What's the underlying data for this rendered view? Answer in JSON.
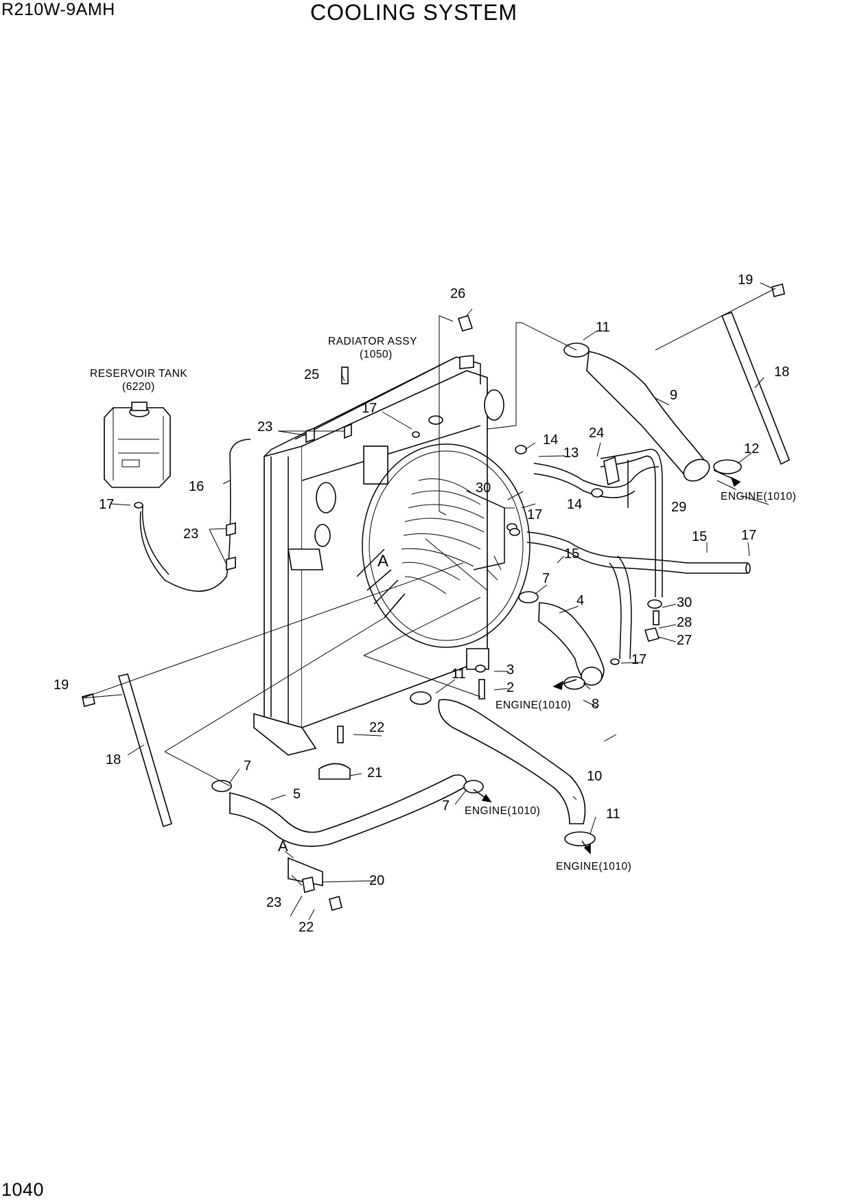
{
  "header": {
    "model": "R210W-9AMH",
    "title": "COOLING SYSTEM"
  },
  "footer": {
    "page_number": "1040"
  },
  "notes": {
    "radiator_line1": "RADIATOR ASSY",
    "radiator_line2": "(1050)",
    "reservoir_line1": "RESERVOIR TANK",
    "reservoir_line2": "(6220)",
    "engine": "ENGINE(1010)",
    "view_a": "A"
  },
  "callouts": {
    "c2": "2",
    "c3": "3",
    "c4": "4",
    "c5": "5",
    "c7a": "7",
    "c7b": "7",
    "c7c": "7",
    "c8": "8",
    "c9": "9",
    "c10": "10",
    "c11a": "11",
    "c11b": "11",
    "c11c": "11",
    "c12": "12",
    "c13": "13",
    "c14a": "14",
    "c14b": "14",
    "c15a": "15",
    "c15b": "15",
    "c16": "16",
    "c17a": "17",
    "c17b": "17",
    "c17c": "17",
    "c17d": "17",
    "c17e": "17",
    "c18a": "18",
    "c18b": "18",
    "c19a": "19",
    "c19b": "19",
    "c20": "20",
    "c21": "21",
    "c22a": "22",
    "c22b": "22",
    "c23a": "23",
    "c23b": "23",
    "c23c": "23",
    "c24": "24",
    "c25": "25",
    "c26": "26",
    "c27": "27",
    "c28": "28",
    "c29": "29",
    "c30a": "30",
    "c30b": "30"
  }
}
